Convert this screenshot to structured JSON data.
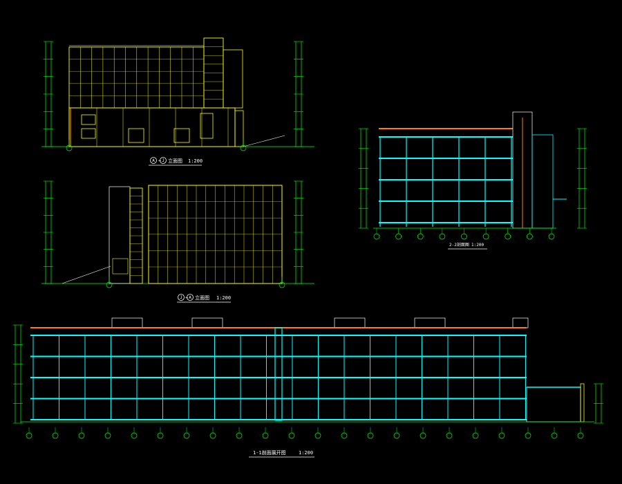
{
  "colors": {
    "background": "#000000",
    "elevation_outline": "#ffff00",
    "dimension": "#00ff00",
    "section_structure": "#00ffff",
    "roof": "#ff8000",
    "walls": "#ffffff",
    "text": "#ffffff"
  },
  "drawings": {
    "front_elevation": {
      "title_a": "A",
      "title_b": "J",
      "suffix": "立面图",
      "scale": "1:200"
    },
    "side_elevation": {
      "title_a": "J",
      "title_b": "A",
      "suffix": "立面图",
      "scale": "1:200"
    },
    "section_22": {
      "title": "2-2剖面图",
      "scale": "1:200"
    },
    "section_11": {
      "title": "1-1剖面展开图",
      "scale": "1:200"
    }
  }
}
